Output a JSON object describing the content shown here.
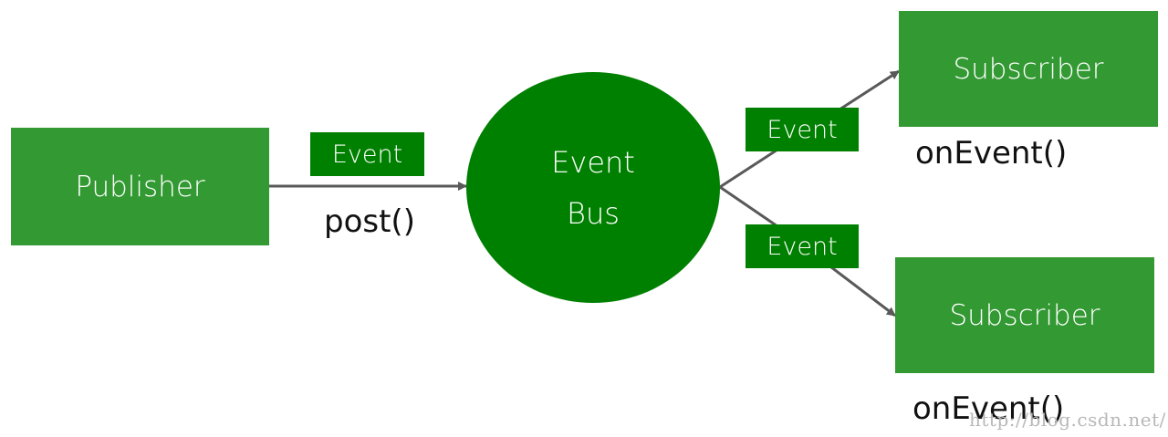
{
  "diagram": {
    "publisher_label": "Publisher",
    "event_bus_line1": "Event",
    "event_bus_line2": "Bus",
    "subscriber_1_label": "Subscriber",
    "subscriber_2_label": "Subscriber",
    "event_tag_post": "Event",
    "event_tag_up": "Event",
    "event_tag_down": "Event",
    "post_method": "post()",
    "on_event_method_1": "onEvent()",
    "on_event_method_2": "onEvent()",
    "watermark": "http://blog.csdn.net/"
  },
  "colors": {
    "box_green": "#339933",
    "bus_green": "#008000",
    "arrow_gray": "#595959"
  }
}
